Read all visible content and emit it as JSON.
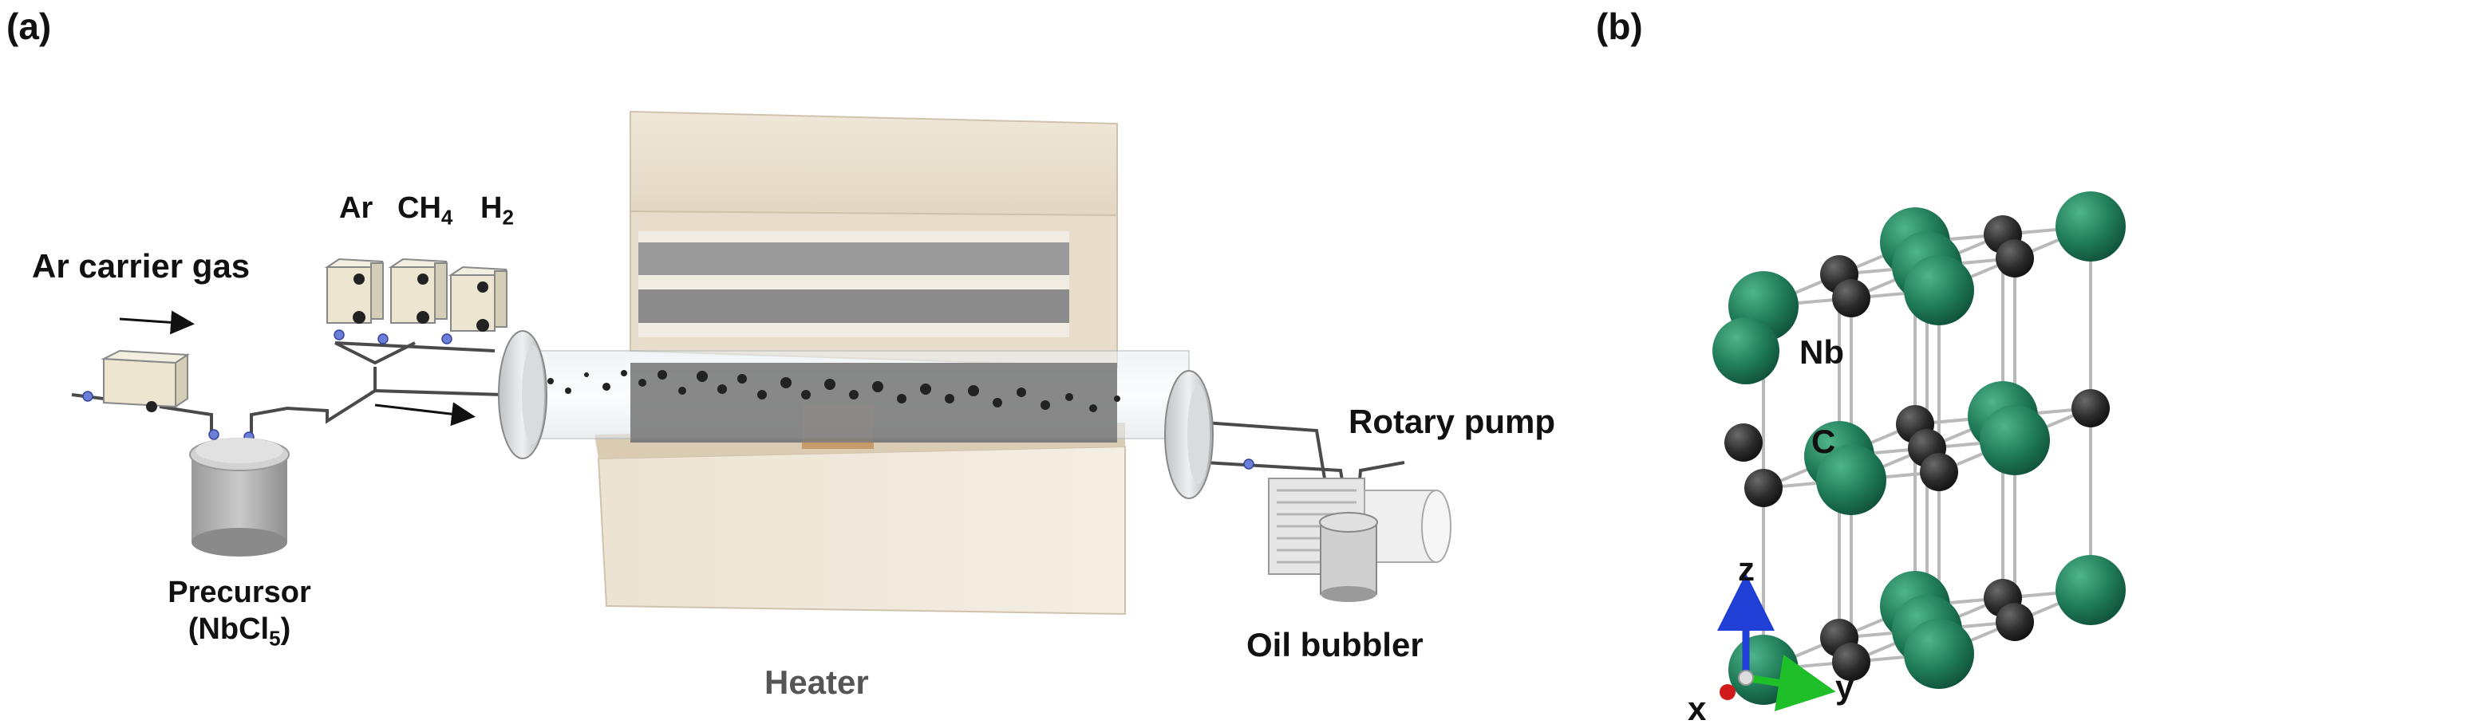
{
  "panel_a": {
    "label": "(a)",
    "ar_carrier": "Ar carrier gas",
    "gas_ar": "Ar",
    "gas_ch4": {
      "base": "CH",
      "sub": "4"
    },
    "gas_h2": {
      "base": "H",
      "sub": "2"
    },
    "precursor_line1": "Precursor",
    "precursor_line2": {
      "base": "(NbCl",
      "sub": "5",
      "tail": ")"
    },
    "heater": "Heater",
    "rotary_pump": "Rotary pump",
    "oil_bubbler": "Oil bubbler"
  },
  "panel_b": {
    "label": "(b)",
    "legend": [
      {
        "label": "Nb",
        "color": "#1f7a57"
      },
      {
        "label": "C",
        "color": "#2b2b2b"
      }
    ],
    "axes": {
      "z": "z",
      "x": "x",
      "y": "y"
    },
    "axis_colors": {
      "z": "#1f3fd6",
      "x": "#d11a1a",
      "y": "#1fbf2a"
    }
  }
}
